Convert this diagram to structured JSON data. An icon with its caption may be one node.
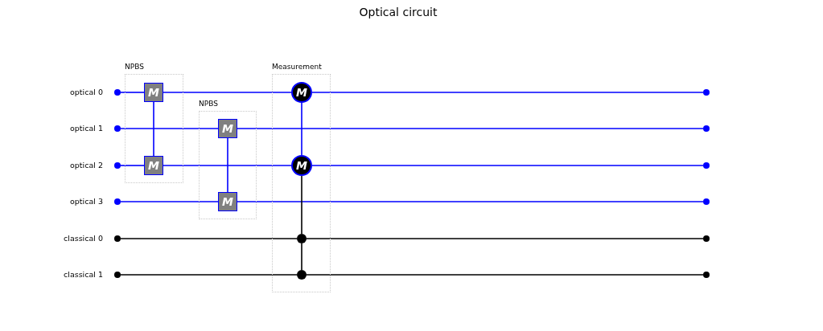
{
  "diagram": {
    "title": "Optical circuit",
    "nodes": [
      {
        "text": [
          "NPBS"
        ]
      },
      {
        "text": [
          "M"
        ],
        "in": 0
      },
      {
        "text": [
          "M"
        ],
        "in": 0
      },
      {
        "text": [
          "NPBS"
        ]
      },
      {
        "text": [
          "M"
        ],
        "in": 3
      },
      {
        "text": [
          "M"
        ],
        "in": 3
      },
      {
        "text": [
          "Measurement"
        ]
      },
      {
        "text": [
          "M"
        ],
        "in": 6
      },
      {
        "text": [
          "M"
        ],
        "in": 6
      },
      {
        "text": [],
        "shape": "circle",
        "in": 6
      },
      {
        "text": [],
        "shape": "circle",
        "in": 6
      },
      {
        "text": [],
        "shape": "circle",
        "beside": [
          "optical 0"
        ]
      },
      {
        "text": [],
        "shape": "circle",
        "beside": [
          "optical 1"
        ]
      },
      {
        "text": [],
        "shape": "circle",
        "beside": [
          "optical 2"
        ]
      },
      {
        "text": [],
        "shape": "circle",
        "beside": [
          "optical 3"
        ]
      },
      {
        "text": [],
        "shape": "circle",
        "beside": [
          "classical 0"
        ]
      },
      {
        "text": [],
        "shape": "circle",
        "beside": [
          "classical 1"
        ]
      },
      {
        "text": [],
        "shape": "circle"
      },
      {
        "text": [],
        "shape": "circle"
      },
      {
        "text": [],
        "shape": "circle"
      },
      {
        "text": [],
        "shape": "circle"
      },
      {
        "text": [],
        "shape": "circle"
      },
      {
        "text": [],
        "shape": "circle"
      }
    ],
    "edges": [
      {
        "from": 11,
        "to": 1,
        "arrow": "none"
      },
      {
        "from": 1,
        "to": 7,
        "arrow": "none"
      },
      {
        "from": 7,
        "to": 17,
        "arrow": "none"
      },
      {
        "from": 12,
        "to": 4,
        "arrow": "none"
      },
      {
        "from": 4,
        "to": 18,
        "arrow": "none"
      },
      {
        "from": 13,
        "to": 2,
        "arrow": "none"
      },
      {
        "from": 2,
        "to": 8,
        "arrow": "none"
      },
      {
        "from": 8,
        "to": 19,
        "arrow": "none"
      },
      {
        "from": 14,
        "to": 5,
        "arrow": "none"
      },
      {
        "from": 5,
        "to": 20,
        "arrow": "none"
      },
      {
        "from": 15,
        "to": 9,
        "arrow": "none",
        "color": "#000000"
      },
      {
        "from": 9,
        "to": 21,
        "arrow": "none",
        "color": "#000000"
      },
      {
        "from": 16,
        "to": 10,
        "arrow": "none",
        "color": "#000000"
      },
      {
        "from": 10,
        "to": 22,
        "arrow": "none",
        "color": "#000000"
      },
      {
        "from": 1,
        "to": 2,
        "arrow": "none"
      },
      {
        "from": 4,
        "to": 5,
        "arrow": "none"
      },
      {
        "from": 7,
        "to": 8,
        "arrow": "none"
      },
      {
        "from": 8,
        "to": 9,
        "arrow": "none",
        "color": "#000000"
      },
      {
        "from": 9,
        "to": 10,
        "arrow": "none",
        "color": "#000000"
      }
    ]
  }
}
